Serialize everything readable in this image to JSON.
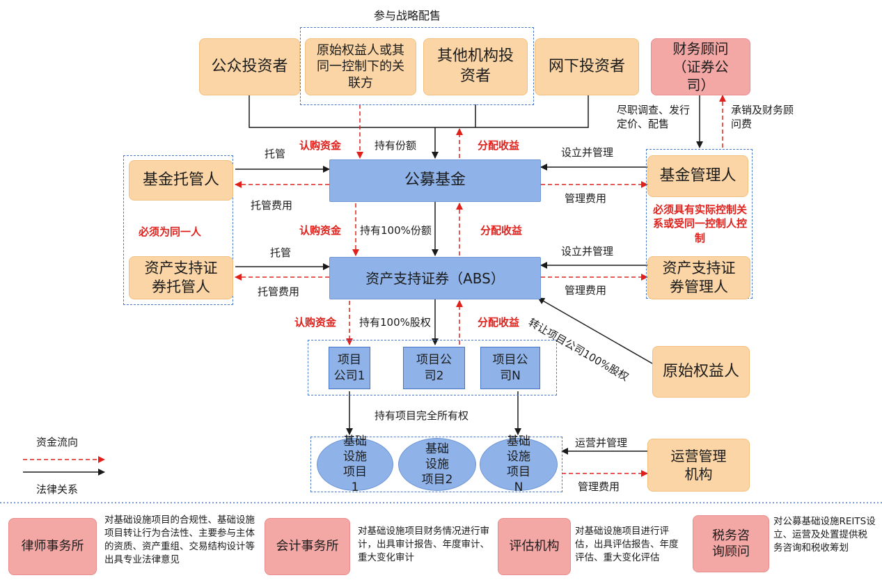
{
  "top_group_title": "参与战略配售",
  "investors": {
    "public": "公众投资者",
    "original_related": "原始权益人或其同一控制下的关联方",
    "other_institutions": "其他机构投资者",
    "offline": "网下投资者"
  },
  "financial_advisor": "财务顾问（证券公司）",
  "public_fund": "公募基金",
  "abs": "资产支持证券（ABS）",
  "fund_custodian": "基金托管人",
  "abs_custodian": "资产支持证券托管人",
  "fund_manager": "基金管理人",
  "abs_manager": "资产支持证券管理人",
  "original_owner": "原始权益人",
  "operator": "运营管理机构",
  "project_companies": [
    "项目公司1",
    "项目公司2",
    "项目公司N"
  ],
  "infra_projects": [
    "基础设施项目1",
    "基础设施项目2",
    "基础设施项目N"
  ],
  "labels": {
    "subscribe_1": "认购资金",
    "hold_share": "持有份额",
    "distribute_1": "分配收益",
    "subscribe_2": "认购资金",
    "hold_100_share": "持有100%份额",
    "distribute_2": "分配收益",
    "subscribe_3": "认购资金",
    "hold_100_equity": "持有100%股权",
    "distribute_3": "分配收益",
    "custody_1": "托管",
    "custody_fee_1": "托管费用",
    "custody_2": "托管",
    "custody_fee_2": "托管费用",
    "must_same": "必须为同一人",
    "setup_manage_1": "设立并管理",
    "mgmt_fee_1": "管理费用",
    "setup_manage_2": "设立并管理",
    "mgmt_fee_2": "管理费用",
    "control_note": "必须具有实际控制关系或受同一控制人控制",
    "due_diligence": "尽职调查、发行定价、配售",
    "underwriting_fee": "承销及财务顾问费",
    "transfer_100": "转让项目公司100%股权",
    "hold_full_ownership": "持有项目完全所有权",
    "operate_manage": "运营并管理",
    "mgmt_fee_3": "管理费用"
  },
  "legend": {
    "fund_flow": "资金流向",
    "legal_relation": "法律关系"
  },
  "bottom": [
    {
      "name": "律师事务所",
      "desc": "对基础设施项目的合规性、基础设施项目转让行为合法性、主要参与主体的资质、资产重组、交易结构设计等出具专业法律意见"
    },
    {
      "name": "会计事务所",
      "desc": "对基础设施项目财务情况进行审计，出具审计报告、年度审计、重大变化审计"
    },
    {
      "name": "评估机构",
      "desc": "对基础设施项目进行评估，出具评估报告、年度评估、重大变化评估"
    },
    {
      "name": "税务咨询顾问",
      "desc": "对公募基础设施REITS设立、运营及处置提供税务咨询和税收筹划"
    }
  ],
  "colors": {
    "orange_box": "#fbd5a5",
    "pink_box": "#f4a8a6",
    "blue_box": "#8fb3e8",
    "red_flow": "#e0201b",
    "black_legal": "#1a1a1a",
    "dashed_group": "#4a78c8"
  }
}
